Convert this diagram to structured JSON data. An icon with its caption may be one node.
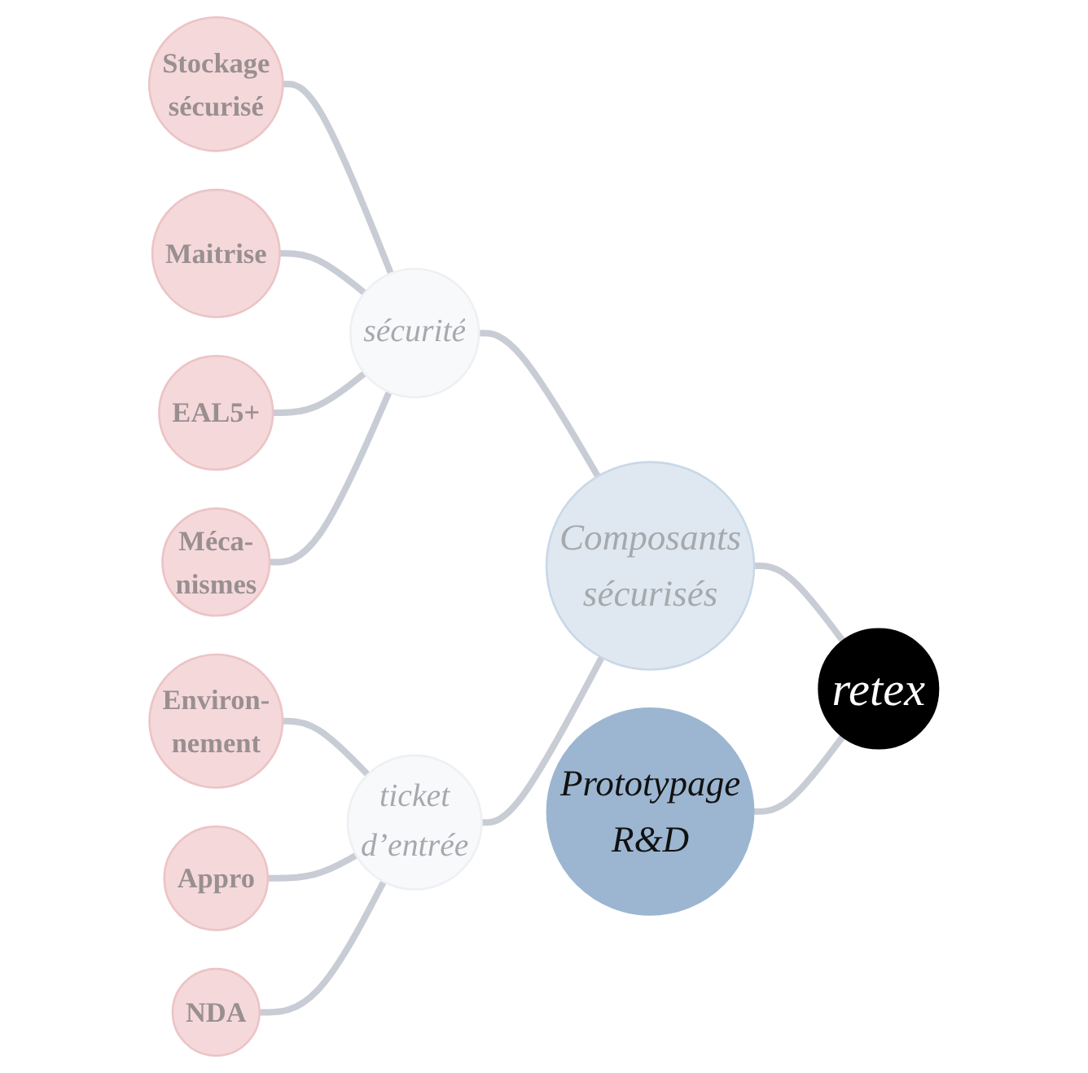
{
  "diagram": {
    "nodes": [
      {
        "text": [
          "retex"
        ]
      },
      {
        "text": [
          "Composants sécurisés"
        ]
      },
      {
        "text": [
          "Prototypage R&D"
        ]
      },
      {
        "text": [
          "sécurité"
        ]
      },
      {
        "text": [
          "Stockage sécurisé"
        ]
      },
      {
        "text": [
          "Maitrise"
        ]
      },
      {
        "text": [
          "EAL5+"
        ]
      },
      {
        "text": [
          "Méca- nismes"
        ]
      },
      {
        "text": [
          "ticket d’entrée"
        ]
      },
      {
        "text": [
          "Environ- nement"
        ]
      },
      {
        "text": [
          "Appro"
        ]
      },
      {
        "text": [
          "NDA"
        ]
      }
    ],
    "edges": [
      {
        "from": 0,
        "to": 1,
        "arrow": "none"
      },
      {
        "from": 0,
        "to": 2,
        "arrow": "none"
      },
      {
        "from": 1,
        "to": 3,
        "arrow": "none"
      },
      {
        "from": 1,
        "to": 8,
        "arrow": "none"
      },
      {
        "from": 3,
        "to": 4,
        "arrow": "none"
      },
      {
        "from": 3,
        "to": 5,
        "arrow": "none"
      },
      {
        "from": 3,
        "to": 6,
        "arrow": "none"
      },
      {
        "from": 3,
        "to": 7,
        "arrow": "none"
      },
      {
        "from": 8,
        "to": 9,
        "arrow": "none"
      },
      {
        "from": 8,
        "to": 10,
        "arrow": "none"
      },
      {
        "from": 8,
        "to": 11,
        "arrow": "none"
      }
    ]
  }
}
